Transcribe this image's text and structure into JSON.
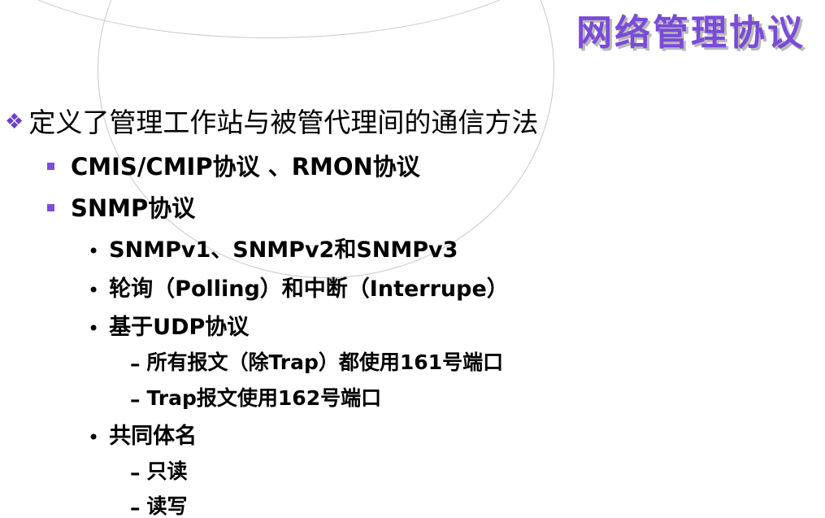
{
  "slide": {
    "title": "网络管理协议",
    "colors": {
      "title": "#7a4bd6",
      "bullet": "#7b4fd9"
    },
    "items": [
      {
        "level": 1,
        "marker": "diamond-icon",
        "text": "定义了管理工作站与被管代理间的通信方法"
      },
      {
        "level": 2,
        "marker": "square-icon",
        "text": "CMIS/CMIP协议 、RMON协议"
      },
      {
        "level": 2,
        "marker": "square-icon",
        "text": "SNMP协议"
      },
      {
        "level": 3,
        "marker": "dot-icon",
        "text": "SNMPv1、SNMPv2和SNMPv3"
      },
      {
        "level": 3,
        "marker": "dot-icon",
        "text": "轮询（Polling）和中断（Interrupe）"
      },
      {
        "level": 3,
        "marker": "dot-icon",
        "text": "基于UDP协议"
      },
      {
        "level": 4,
        "marker": "dash-icon",
        "text": "所有报文（除Trap）都使用161号端口"
      },
      {
        "level": 4,
        "marker": "dash-icon",
        "text": "Trap报文使用162号端口"
      },
      {
        "level": 3,
        "marker": "dot-icon",
        "text": "共同体名"
      },
      {
        "level": 4,
        "marker": "dash-icon",
        "text": "只读"
      },
      {
        "level": 4,
        "marker": "dash-icon",
        "text": "读写"
      }
    ]
  }
}
